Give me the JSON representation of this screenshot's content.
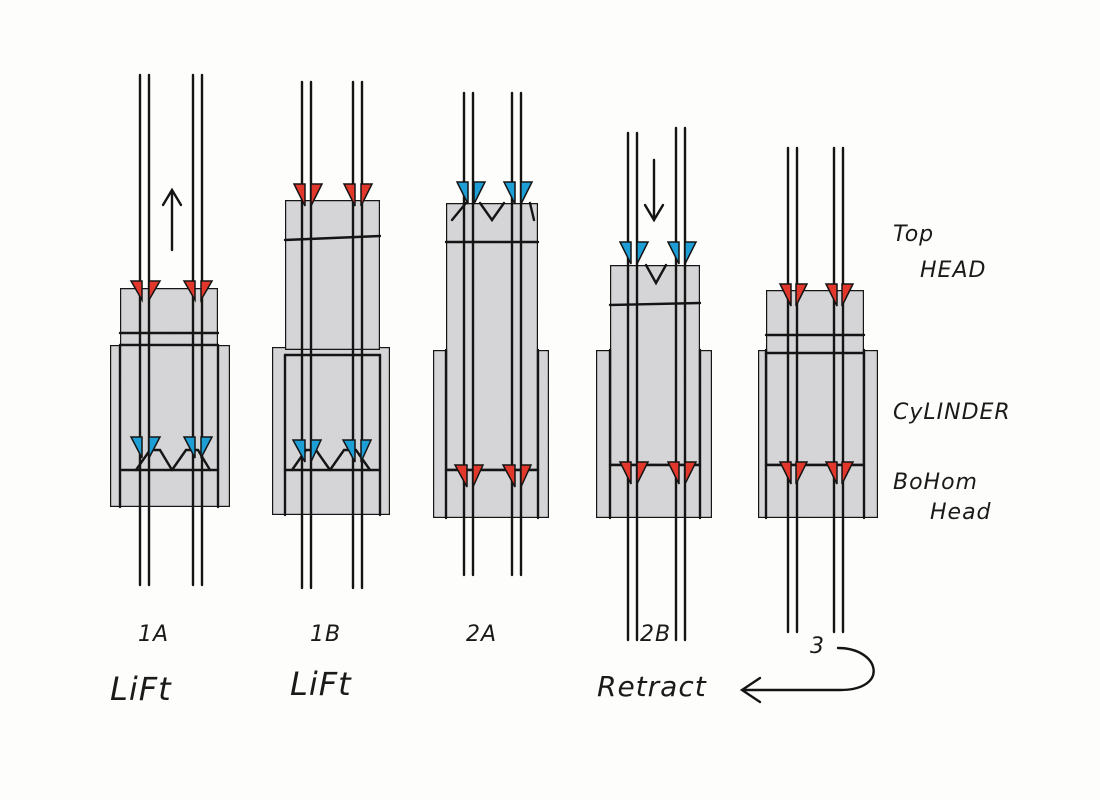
{
  "labels": {
    "top_head": "Top\nHEAD",
    "top_head_l1": "Top",
    "top_head_l2": "HEAD",
    "cylinder": "CyLINDER",
    "bottom_head_l1": "BoHom",
    "bottom_head_l2": "Head"
  },
  "stages": [
    {
      "id": "1A",
      "name": "LiFt",
      "arrow": "up",
      "top_grip": "red",
      "bottom_grip": "blue"
    },
    {
      "id": "1B",
      "name": "LiFt",
      "arrow": "none",
      "top_grip": "red",
      "bottom_grip": "blue"
    },
    {
      "id": "2A",
      "name": "",
      "arrow": "none",
      "top_grip": "blue",
      "bottom_grip": "red"
    },
    {
      "id": "2B",
      "name": "Retract",
      "arrow": "down",
      "top_grip": "blue",
      "bottom_grip": "red"
    },
    {
      "id": "3",
      "name": "",
      "arrow": "none",
      "top_grip": "red",
      "bottom_grip": "red"
    }
  ],
  "colors": {
    "red": "#e2372b",
    "blue": "#1d9fd6",
    "gray_fill": "#d9d9db",
    "ink": "#141414"
  }
}
